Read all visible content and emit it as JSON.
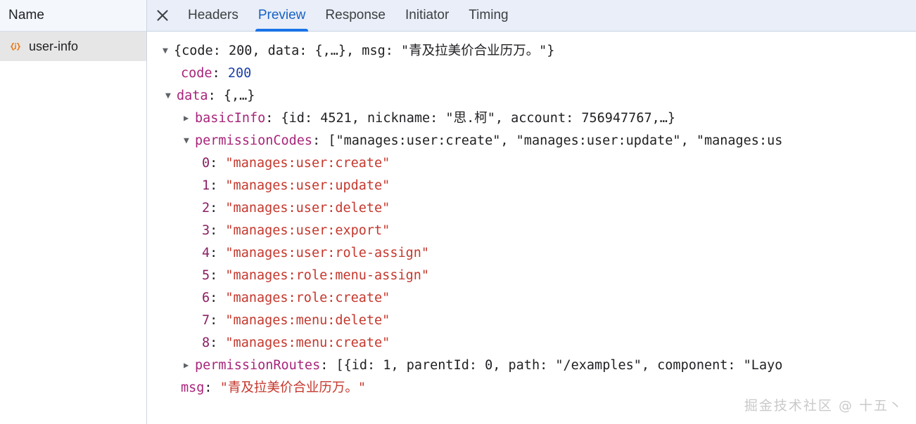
{
  "left_panel": {
    "column_header": "Name",
    "rows": [
      {
        "icon": "xhr-json-icon",
        "name": "user-info",
        "selected": true
      }
    ]
  },
  "right_panel": {
    "close_label": "×",
    "close_icon": "close-icon",
    "tabs": [
      {
        "id": "headers",
        "label": "Headers",
        "active": false
      },
      {
        "id": "preview",
        "label": "Preview",
        "active": true
      },
      {
        "id": "response",
        "label": "Response",
        "active": false
      },
      {
        "id": "initiator",
        "label": "Initiator",
        "active": false
      },
      {
        "id": "timing",
        "label": "Timing",
        "active": false
      }
    ],
    "active_tab": "Preview"
  },
  "preview": {
    "root_summary": "{code: 200, data: {,…}, msg: \"青及拉美价合业历万。\"}",
    "code_key": "code",
    "code_value": "200",
    "data_key": "data",
    "data_value": "{,…}",
    "basic_info_key": "basicInfo",
    "basic_info_value": "{id: 4521, nickname: \"思.柯\", account: 756947767,…}",
    "permission_codes_key": "permissionCodes",
    "permission_codes_value": "[\"manages:user:create\", \"manages:user:update\", \"manages:us",
    "permission_codes": [
      {
        "index": "0",
        "value": "\"manages:user:create\""
      },
      {
        "index": "1",
        "value": "\"manages:user:update\""
      },
      {
        "index": "2",
        "value": "\"manages:user:delete\""
      },
      {
        "index": "3",
        "value": "\"manages:user:export\""
      },
      {
        "index": "4",
        "value": "\"manages:user:role-assign\""
      },
      {
        "index": "5",
        "value": "\"manages:role:menu-assign\""
      },
      {
        "index": "6",
        "value": "\"manages:role:create\""
      },
      {
        "index": "7",
        "value": "\"manages:menu:delete\""
      },
      {
        "index": "8",
        "value": "\"manages:menu:create\""
      }
    ],
    "permission_routes_key": "permissionRoutes",
    "permission_routes_value": "[{id: 1, parentId: 0, path: \"/examples\", component: \"Layo",
    "msg_key": "msg",
    "msg_value": "\"青及拉美价合业历万。\""
  },
  "watermark": {
    "text": "掘金技术社区 @ 十五丶"
  },
  "colors": {
    "accent_blue": "#1a73e8",
    "key_magenta": "#a8247a",
    "string_red": "#c5372c",
    "number_blue": "#1c3faa",
    "tabbar_bg": "#e9eef8",
    "selected_row_bg": "#e6e6e6",
    "xhr_icon_orange": "#e8730c"
  }
}
